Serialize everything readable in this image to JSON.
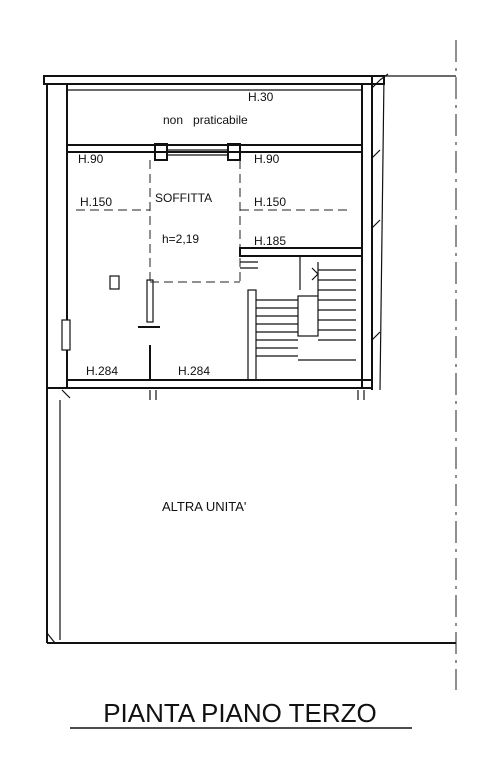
{
  "labels": {
    "h30": "H.30",
    "non_praticabile": "non   praticabile",
    "h90_left": "H.90",
    "h90_right": "H.90",
    "soffitta": "SOFFITTA",
    "h150_left": "H.150",
    "h150_right": "H.150",
    "h_value": "h=2,19",
    "h185": "H.185",
    "h284_left": "H.284",
    "h284_mid": "H.284",
    "altra_unita": "ALTRA UNITA'"
  },
  "footer": {
    "title": "PIANTA PIANO TERZO"
  },
  "colors": {
    "line": "#111111",
    "background": "#ffffff"
  }
}
